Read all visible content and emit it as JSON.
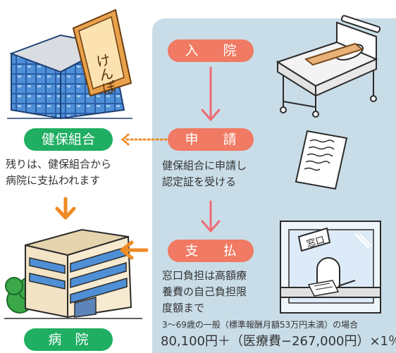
{
  "flow": {
    "admission": "入　院",
    "application": "申　請",
    "payment": "支　払"
  },
  "entities": {
    "kenpo_association": "健保組合",
    "hospital": "病　院",
    "building_sign": "けんぽ",
    "counter_sign": "窓口"
  },
  "notes": {
    "remaining_line1": "残りは、健保組合から",
    "remaining_line2": "病院に支払われます",
    "apply_line1": "健保組合に申請し",
    "apply_line2": "認定証を受ける",
    "counter_line1": "窓口負担は高額療",
    "counter_line2": "養費の自己負担限",
    "counter_line3": "度額まで"
  },
  "formula": {
    "condition": "3〜69歳の一般（標準報酬月額53万円未満）の場合",
    "expression": "80,100円＋（医療費−267,000円）×1％"
  },
  "colors": {
    "panel": "#c9dde8",
    "pill": "#f07a63",
    "green": "#1fae62",
    "arrow_pink": "#ef6b74",
    "arrow_orange": "#f08a24"
  }
}
